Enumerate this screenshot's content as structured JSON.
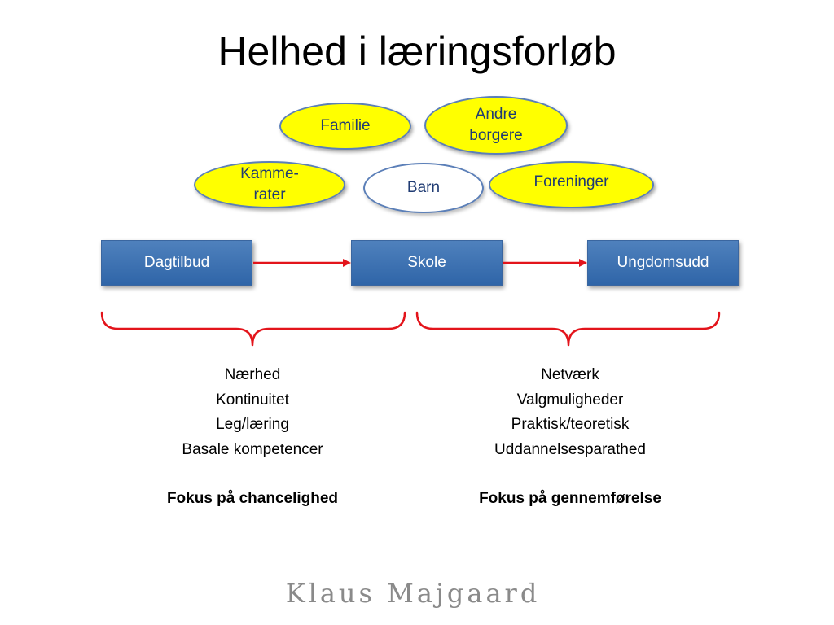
{
  "title": "Helhed i læringsforløb",
  "context_nodes": [
    {
      "id": "familie",
      "label": "Familie"
    },
    {
      "id": "andre-borgere",
      "label": "Andre\nborgere"
    },
    {
      "id": "kammerater",
      "label": "Kamme-\nrater"
    },
    {
      "id": "barn",
      "label": "Barn"
    },
    {
      "id": "foreninger",
      "label": "Foreninger"
    }
  ],
  "flow": [
    {
      "label": "Dagtilbud"
    },
    {
      "label": "Skole"
    },
    {
      "label": "Ungdomsudd"
    }
  ],
  "left_column": {
    "items": [
      "Nærhed",
      "Kontinuitet",
      "Leg/læring",
      "Basale kompetencer"
    ],
    "focus": "Fokus på chancelighed"
  },
  "right_column": {
    "items": [
      "Netværk",
      "Valgmuligheder",
      "Praktisk/teoretisk",
      "Uddannelsesparathed"
    ],
    "focus": "Fokus på gennemførelse"
  },
  "author": "Klaus Majgaard",
  "colors": {
    "ellipse_fill": "#ffff00",
    "ellipse_border": "#5b7fb8",
    "box_fill": "#3a70b5",
    "arrow": "#e3141b",
    "brace": "#e3141b",
    "author_text": "#8a8a8a",
    "node_text": "#1f3b73"
  }
}
